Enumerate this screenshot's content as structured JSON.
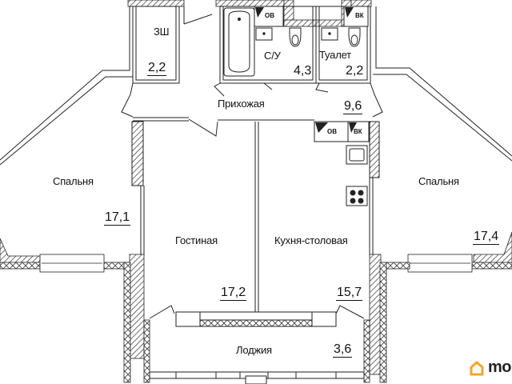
{
  "plan": {
    "rooms": {
      "closet": {
        "name": "ЗШ",
        "area": "2,2"
      },
      "bathroom": {
        "name": "С/У",
        "area": "4,3"
      },
      "toilet": {
        "name": "Туалет",
        "area": "2,2"
      },
      "hallway": {
        "name": "Прихожая",
        "area": "9,6"
      },
      "bedroom_left": {
        "name": "Спальня",
        "area": "17,1"
      },
      "living": {
        "name": "Гостиная",
        "area": "17,2"
      },
      "kitchen": {
        "name": "Кухня-столовая",
        "area": "15,7"
      },
      "bedroom_right": {
        "name": "Спальня",
        "area": "17,4"
      },
      "loggia": {
        "name": "Лоджия",
        "area": "3,6"
      }
    },
    "shafts": {
      "ov_bath": "ОВ",
      "vk_toilet": "ВК",
      "ov_kitchen": "ОВ",
      "vk_kitchen": "ВК"
    }
  },
  "colors": {
    "wall": "#222222",
    "logo_orange": "#f5a623"
  },
  "logo": {
    "text": "mo",
    "icon": "house-icon"
  }
}
